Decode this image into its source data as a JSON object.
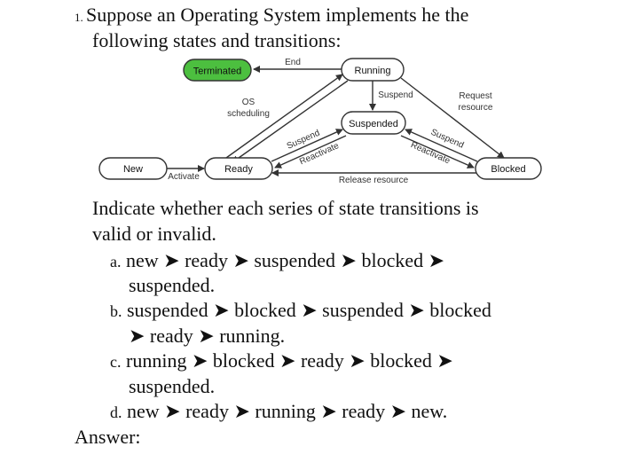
{
  "question": {
    "number": "1.",
    "line1": "Suppose an Operating System implements he the",
    "line2": "following states and transitions:"
  },
  "diagram": {
    "states": {
      "terminated": "Terminated",
      "running": "Running",
      "suspended": "Suspended",
      "new": "New",
      "ready": "Ready",
      "blocked": "Blocked"
    },
    "transitions": {
      "end": "End",
      "os_scheduling_1": "OS",
      "os_scheduling_2": "scheduling",
      "suspend_running": "Suspend",
      "request_resource_1": "Request",
      "request_resource_2": "resource",
      "suspend_ready": "Suspend",
      "reactivate_ready": "Reactivate",
      "suspend_blocked": "Suspend",
      "reactivate_blocked": "Reactivate",
      "activate": "Activate",
      "release_resource": "Release resource"
    },
    "colors": {
      "terminated_fill": "#4CBF3F",
      "node_fill": "#ffffff",
      "stroke": "#333333"
    }
  },
  "instructions": {
    "line1": "Indicate whether each series of state transitions is",
    "line2": "valid or invalid."
  },
  "items": {
    "a": {
      "marker": "a.",
      "line1": "new ➤ ready ➤ suspended ➤ blocked ➤",
      "line2": "suspended."
    },
    "b": {
      "marker": "b.",
      "line1": "suspended ➤ blocked ➤ suspended ➤ blocked",
      "line2": "➤ ready ➤ running."
    },
    "c": {
      "marker": "c.",
      "line1": "running ➤ blocked ➤ ready ➤ blocked ➤",
      "line2": "suspended."
    },
    "d": {
      "marker": "d.",
      "line1": "new ➤ ready ➤ running ➤ ready ➤ new."
    }
  },
  "answer_label": "Answer:"
}
